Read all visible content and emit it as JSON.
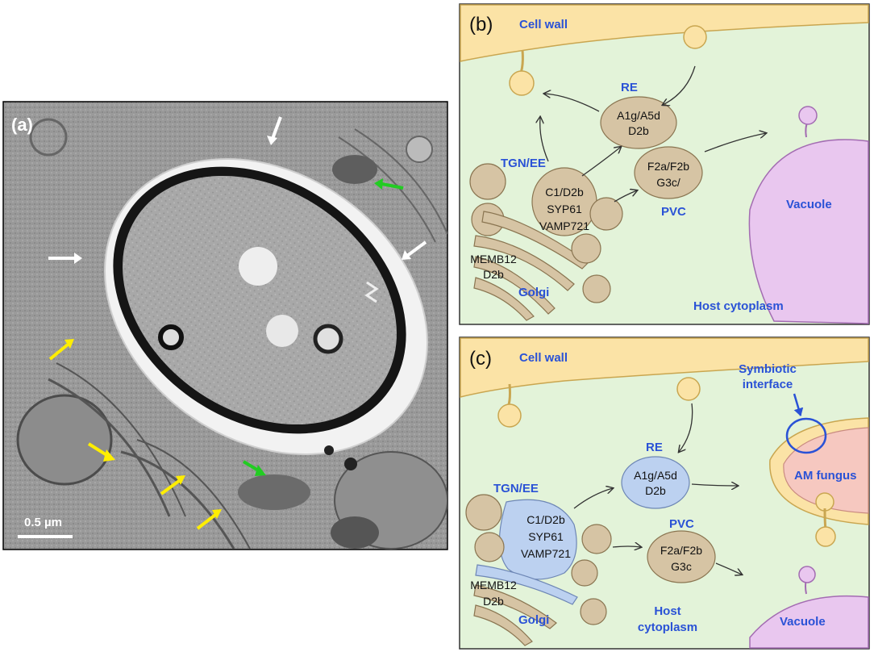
{
  "panel_a": {
    "label": "(a)",
    "scale_bar": "0.5 µm"
  },
  "panel_b": {
    "label": "(b)",
    "cell_wall": "Cell wall",
    "re": "RE",
    "re_content_1": "A1g/A5d",
    "re_content_2": "D2b",
    "tgn": "TGN/EE",
    "tgn_content_1": "C1/D2b",
    "tgn_content_2": "SYP61",
    "tgn_content_3": "VAMP721",
    "pvc_content_1": "F2a/F2b",
    "pvc_content_2": "G3c/",
    "pvc": "PVC",
    "vacuole": "Vacuole",
    "golgi_content_1": "MEMB12",
    "golgi_content_2": "D2b",
    "golgi": "Golgi",
    "host": "Host cytoplasm"
  },
  "panel_c": {
    "label": "(c)",
    "cell_wall": "Cell wall",
    "symbiotic_1": "Symbiotic",
    "symbiotic_2": "interface",
    "re": "RE",
    "re_content_1": "A1g/A5d",
    "re_content_2": "D2b",
    "am_fungus": "AM fungus",
    "tgn": "TGN/EE",
    "tgn_content_1": "C1/D2b",
    "tgn_content_2": "SYP61",
    "tgn_content_3": "VAMP721",
    "pvc": "PVC",
    "pvc_content_1": "F2a/F2b",
    "pvc_content_2": "G3c",
    "golgi_content_1": "MEMB12",
    "golgi_content_2": "D2b",
    "golgi": "Golgi",
    "host_1": "Host",
    "host_2": "cytoplasm",
    "vacuole": "Vacuole"
  },
  "colors": {
    "cytoplasm": "#e3f3d9",
    "cell_wall": "#fbe3a6",
    "vesicle": "#d6c4a4",
    "blue_vesicle": "#bcd1f0",
    "vacuole": "#e9c7ef",
    "fungus": "#f6c8c0",
    "label_blue": "#2a52d6"
  }
}
